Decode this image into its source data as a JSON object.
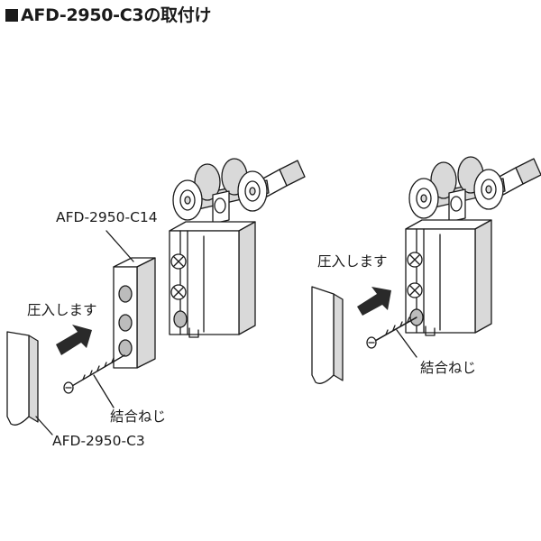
{
  "header": {
    "title": "AFD-2950-C3の取付け"
  },
  "left": {
    "part_c14_label": "AFD-2950-C14",
    "press_label": "圧入します",
    "screw_label": "結合ねじ",
    "part_c3_label": "AFD-2950-C3"
  },
  "right": {
    "press_label": "圧入します",
    "screw_label": "結合ねじ"
  },
  "colors": {
    "line": "#1a1a1a",
    "fill": "#ffffff",
    "shade": "#d9d9d9",
    "dark": "#bcbcbc"
  }
}
